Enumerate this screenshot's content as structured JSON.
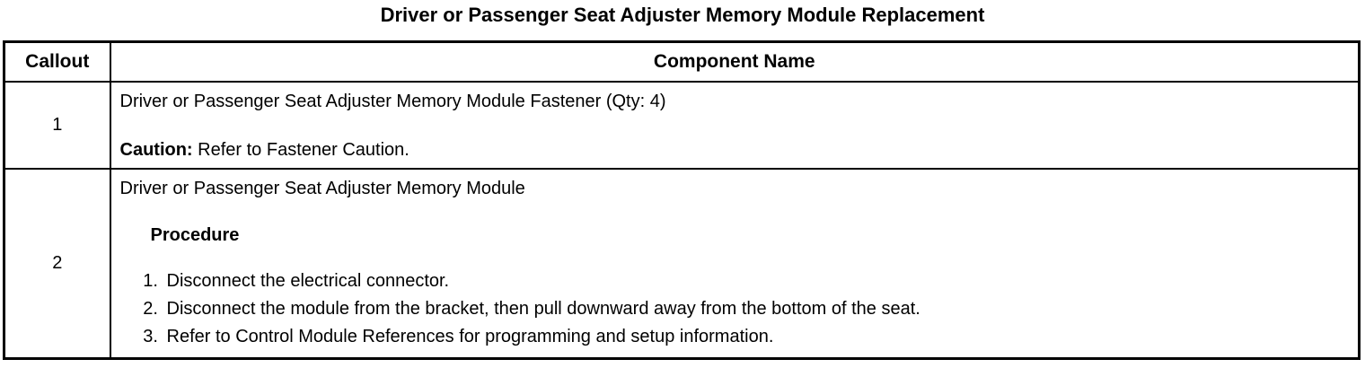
{
  "title": "Driver or Passenger Seat Adjuster Memory Module Replacement",
  "table": {
    "headers": {
      "callout": "Callout",
      "component": "Component Name"
    },
    "rows": [
      {
        "callout": "1",
        "component_name": "Driver or Passenger Seat Adjuster Memory Module Fastener (Qty: 4)",
        "caution_label": "Caution:",
        "caution_text": " Refer to Fastener Caution."
      },
      {
        "callout": "2",
        "component_name": "Driver or Passenger Seat Adjuster Memory Module",
        "procedure_label": "Procedure",
        "steps": [
          "Disconnect the electrical connector.",
          "Disconnect the module from the bracket, then pull downward away from the bottom of the seat.",
          "Refer to Control Module References for programming and setup information."
        ]
      }
    ]
  }
}
